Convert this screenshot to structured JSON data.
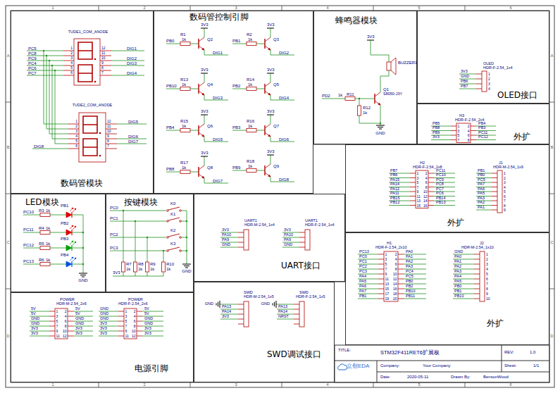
{
  "diagram": {
    "nodes": [
      {
        "text": [
          "数码管模块"
        ]
      },
      {
        "text": [
          "数码管控制引脚"
        ]
      },
      {
        "text": [
          "蜂鸣器模块"
        ]
      },
      {
        "text": [
          "OLED接口"
        ]
      },
      {
        "text": [
          "外扩"
        ]
      },
      {
        "text": [
          "外扩"
        ]
      },
      {
        "text": [
          "LED模块"
        ]
      },
      {
        "text": [
          "按键模块"
        ]
      },
      {
        "text": [
          "UART接口"
        ]
      },
      {
        "text": [
          "外扩"
        ]
      },
      {
        "text": [
          "电源引脚"
        ]
      },
      {
        "text": [
          "SWD调试接口"
        ]
      }
    ],
    "labels": [
      "1",
      "2",
      "3",
      "4",
      "5",
      "6",
      "1",
      "2",
      "3",
      "4",
      "5",
      "6",
      "A",
      "B",
      "C",
      "D",
      "A",
      "B",
      "C",
      "D",
      "TUDE1_COM_ANODE",
      "1",
      "2",
      "3",
      "4",
      "5",
      "6",
      "PC5",
      "PC8",
      "PC9",
      "PC4",
      "PC6",
      "PC7",
      "12",
      "11",
      "10",
      "9",
      "8",
      "7",
      "DIG1",
      "DIG2",
      "DIG3",
      "DIG4",
      "TUDE2_COM_ANODE",
      "1",
      "2",
      "3",
      "4",
      "5",
      "6",
      "12",
      "11",
      "10",
      "9",
      "8",
      "7",
      "DIG5",
      "DIG6",
      "DIG7",
      "DIG8",
      "3V3",
      "R1",
      "1k",
      "Q2",
      "PB0",
      "DIG1",
      "3V3",
      "R2",
      "1k",
      "Q3",
      "PB1",
      "DIG2",
      "3V3",
      "R13",
      "1k",
      "Q4",
      "PB10",
      "DIG3",
      "3V3",
      "R14",
      "1k",
      "Q5",
      "PB2",
      "DIG4",
      "3V3",
      "R15",
      "1k",
      "Q6",
      "PB4",
      "DIG5",
      "3V3",
      "R16",
      "1k",
      "Q7",
      "PB3",
      "DIG6",
      "3V3",
      "R17",
      "1k",
      "Q8",
      "PB8",
      "DIG7",
      "3V3",
      "R18",
      "1k",
      "Q9",
      "PB9",
      "DIG8",
      "3V3",
      "BUZZER1",
      "PD2",
      "1k",
      "R11",
      "Q1",
      "S8050-J3Y",
      "R12",
      "1k",
      "GND",
      "OLED",
      "HDR-F-2.54_1x4",
      "3V3",
      "GND",
      "PB6",
      "PB7",
      "1",
      "2",
      "3",
      "4",
      "H3",
      "HDR-F-2.54_2x4",
      "PB5",
      "PB8",
      "PB9",
      "3V3",
      "PB4",
      "PB3",
      "PC11",
      "PC12",
      "1",
      "3",
      "5",
      "7",
      "2",
      "4",
      "6",
      "8",
      "H2",
      "HDR-F-2.54_2x8",
      "PB7",
      "PB6",
      "PA15",
      "PA14",
      "PA12",
      "PA11",
      "PB15",
      "PB12",
      "PC11",
      "PC10",
      "PC9",
      "PC8",
      "PC7",
      "PC6",
      "PB14",
      "PB13",
      "1",
      "3",
      "5",
      "7",
      "9",
      "11",
      "13",
      "15",
      "2",
      "4",
      "6",
      "8",
      "10",
      "12",
      "14",
      "16",
      "J1",
      "HDR-M-2.54_1x9",
      "PB1",
      "PB0",
      "PC5",
      "PA7",
      "PA6",
      "PA5",
      "PA3",
      "PA2",
      "PA1",
      "1",
      "2",
      "3",
      "4",
      "5",
      "6",
      "7",
      "8",
      "9",
      "PC10",
      "R3",
      "1k",
      "PB1",
      "PC11",
      "R4",
      "1k",
      "PB2",
      "PC12",
      "R5",
      "1k",
      "PB3",
      "PC13",
      "R6",
      "1k",
      "PB4",
      "GND",
      "PC0",
      "K0",
      "PC1",
      "K1",
      "PC2",
      "K2",
      "PC3",
      "K3",
      "R7",
      "1k",
      "R8",
      "1k",
      "R9",
      "1k",
      "R10",
      "1k",
      "3V3",
      "GND",
      "UART1",
      "HDR-M-2.54_1x4",
      "3V3",
      "PA10",
      "PA9",
      "GND",
      "UART1",
      "HDR-F-2.54_1x4",
      "3V3",
      "PA10",
      "PA9",
      "GND",
      "POWER",
      "HDR-M-2.54_2x6",
      "5V",
      "5V",
      "GND",
      "GND",
      "3V3",
      "3V3",
      "5V",
      "5V",
      "GND",
      "GND",
      "3V3",
      "3V3",
      "1",
      "3",
      "5",
      "7",
      "9",
      "11",
      "2",
      "4",
      "6",
      "8",
      "10",
      "12",
      "POWER",
      "HDR-F-2.54_2x6",
      "GND",
      "GND",
      "GND",
      "3V3",
      "3V3",
      "3V3",
      "5V",
      "5V",
      "GND",
      "GND",
      "3V3",
      "3V3",
      "1",
      "3",
      "5",
      "7",
      "9",
      "11",
      "2",
      "4",
      "6",
      "8",
      "10",
      "12",
      "SWD",
      "HDR-M-2.54_1x5",
      "GND",
      "PA13",
      "PA14",
      "3V3",
      "SWD",
      "HDR-F-2.54_1x5",
      "GND",
      "PA13",
      "PA14",
      "NRST",
      "H1",
      "HDR-F-2.54_2x10",
      "PC13",
      "PC0",
      "PC1",
      "PC2",
      "PC3",
      "PA4",
      "PA5",
      "PA6",
      "PA7",
      "PB1",
      "PA0",
      "PA1",
      "PA2",
      "PA3",
      "PC4",
      "PC5",
      "PB0",
      "PB2",
      "PB10",
      "PB11",
      "1",
      "3",
      "5",
      "7",
      "9",
      "11",
      "13",
      "15",
      "17",
      "19",
      "2",
      "4",
      "6",
      "8",
      "10",
      "12",
      "14",
      "16",
      "18",
      "20",
      "J2",
      "HDR-M-2.54_1x10",
      "GND",
      "PA0",
      "PA1",
      "PA2",
      "PA3",
      "PA4",
      "PA5",
      "PB0",
      "PB1",
      "PB10",
      "1",
      "2",
      "3",
      "4",
      "5",
      "6",
      "7",
      "8",
      "9",
      "10",
      "TITLE:",
      "STM32F411RET6扩展板",
      "REV:",
      "1.0",
      "立创EDA",
      "Company:",
      "Your Company",
      "Sheet:",
      "1/1",
      "Date:",
      "2020-05-11",
      "Drawn By:",
      "BensonWood"
    ]
  }
}
